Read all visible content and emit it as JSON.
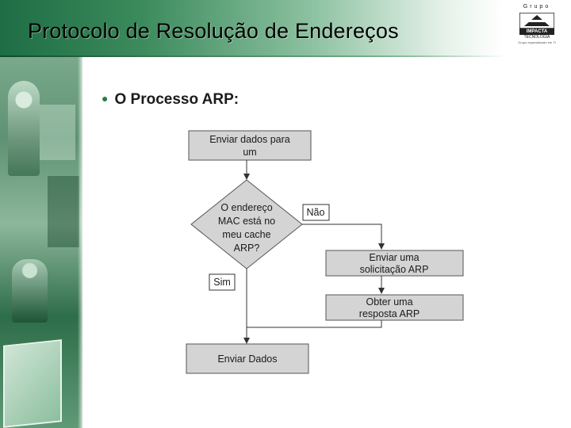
{
  "slide": {
    "title": "Protocolo de Resolução de Endereços",
    "bullet": "O Processo ARP:"
  },
  "logo": {
    "top": "Grupo",
    "name": "IMPACTA",
    "sub": "TECNOLOGIA",
    "tagline": "Grupo especializado em TI"
  },
  "flowchart": {
    "start_line1": "Enviar dados para",
    "start_line2": "um",
    "decision_line1": "O endereço",
    "decision_line2": "MAC está no",
    "decision_line3": "meu cache",
    "decision_line4": "ARP?",
    "no_label": "Não",
    "yes_label": "Sim",
    "request_line1": "Enviar uma",
    "request_line2": "solicitação ARP",
    "response_line1": "Obter uma",
    "response_line2": "resposta ARP",
    "end_label": "Enviar Dados"
  },
  "colors": {
    "header_green": "#2e7d50",
    "box_fill": "#d4d4d4",
    "box_border": "#555555"
  }
}
